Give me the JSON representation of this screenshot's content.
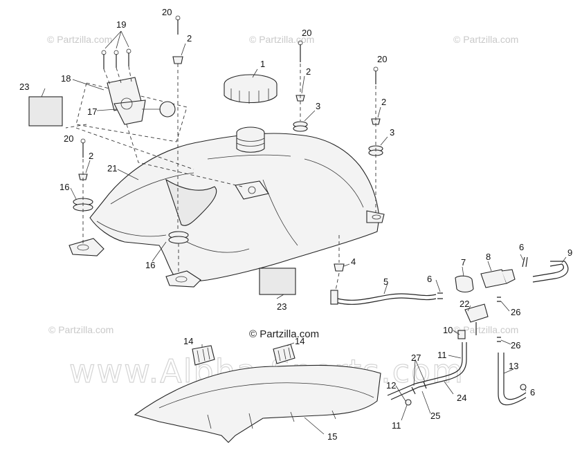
{
  "watermarks": {
    "corner": "© Partzilla.com",
    "center": "© Partzilla.com",
    "big": "www.Alpha-Sports.com"
  },
  "callouts": {
    "p1": "1",
    "p2a": "2",
    "p2b": "2",
    "p2c": "2",
    "p2d": "2",
    "p3a": "3",
    "p3b": "3",
    "p4": "4",
    "p5": "5",
    "p6a": "6",
    "p6b": "6",
    "p6c": "6",
    "p7": "7",
    "p8": "8",
    "p9": "9",
    "p10": "10",
    "p11a": "11",
    "p11b": "11",
    "p12": "12",
    "p13": "13",
    "p14a": "14",
    "p14b": "14",
    "p15": "15",
    "p16a": "16",
    "p16b": "16",
    "p17": "17",
    "p18": "18",
    "p19": "19",
    "p20a": "20",
    "p20b": "20",
    "p20c": "20",
    "p20d": "20",
    "p21": "21",
    "p22": "22",
    "p23a": "23",
    "p23b": "23",
    "p24": "24",
    "p25": "25",
    "p26a": "26",
    "p26b": "26",
    "p27": "27"
  },
  "colors": {
    "line": "#222222",
    "watermark": "#c9c9c9"
  }
}
